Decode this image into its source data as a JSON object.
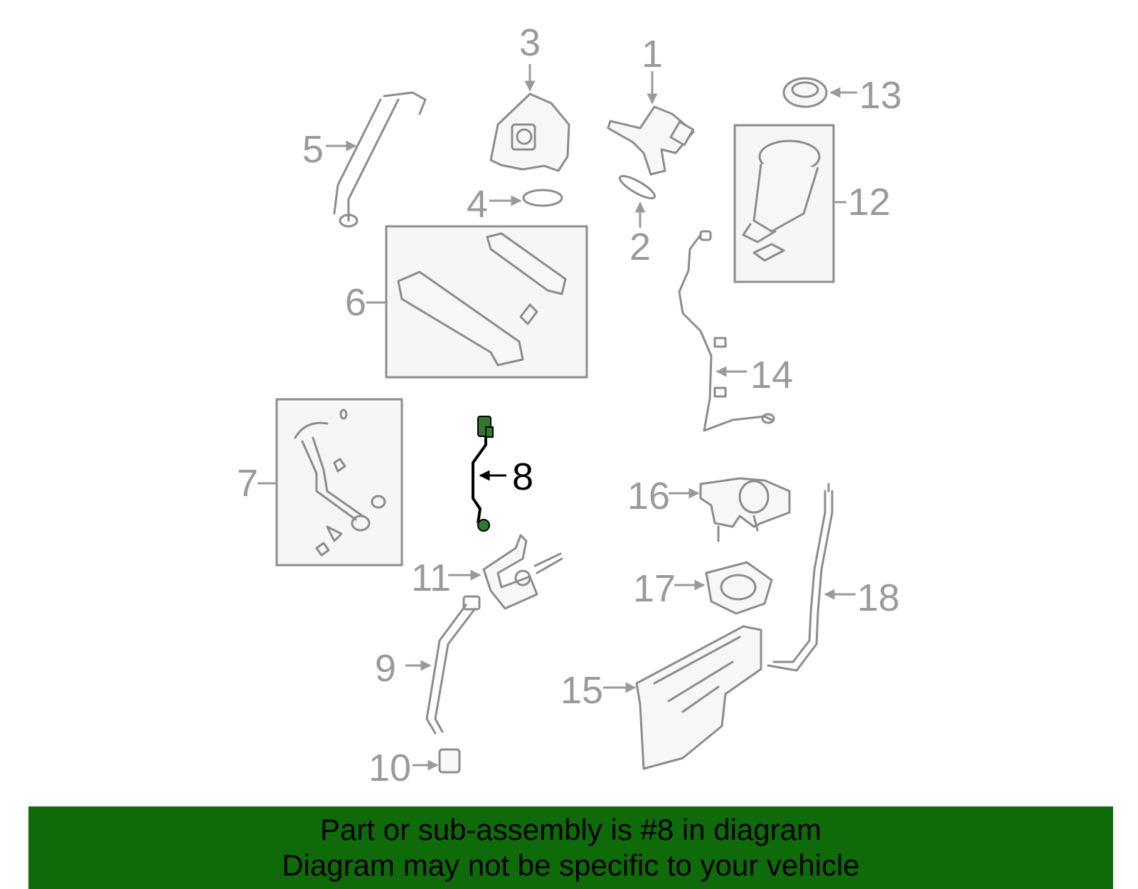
{
  "callouts": {
    "c1": "1",
    "c2": "2",
    "c3": "3",
    "c4": "4",
    "c5": "5",
    "c6": "6",
    "c7": "7",
    "c8": "8",
    "c9": "9",
    "c10": "10",
    "c11": "11",
    "c12": "12",
    "c13": "13",
    "c14": "14",
    "c15": "15",
    "c16": "16",
    "c17": "17",
    "c18": "18"
  },
  "highlighted_callout": "8",
  "colors": {
    "highlight_part": "#2f7a2a",
    "part_outline": "#8c8c8c",
    "label_gray": "#9a9a9a",
    "footer_bg": "#0f6a0a"
  },
  "footer": {
    "line1": "Part or sub-assembly is #8 in diagram",
    "line2": "Diagram may not be specific to your vehicle"
  }
}
